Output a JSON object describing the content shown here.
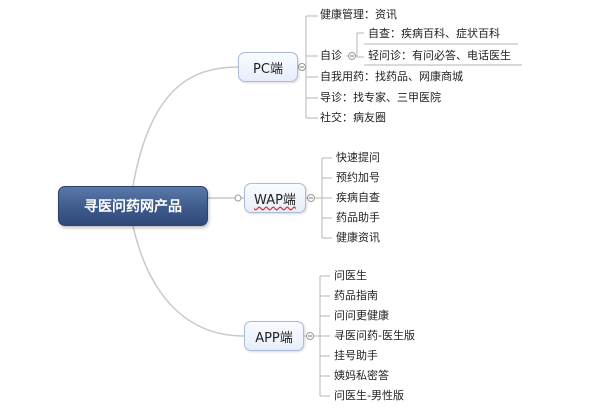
{
  "root": {
    "label": "寻医问药网产品"
  },
  "branches": {
    "pc": {
      "label": "PC端",
      "items": {
        "health": "健康管理：资讯",
        "self_diag": "自诊",
        "self_check": "自查：疾病百科、症状百科",
        "quick_ask": "轻问诊：有问必答、电话医生",
        "self_med": "自我用药：找药品、网康商城",
        "guide": "导诊：找专家、三甲医院",
        "social": "社交：病友圈"
      }
    },
    "wap": {
      "label": "WAP端",
      "items": [
        "快速提问",
        "预约加号",
        "疾病自查",
        "药品助手",
        "健康资讯"
      ]
    },
    "app": {
      "label": "APP端",
      "items": [
        "问医生",
        "药品指南",
        "问问更健康",
        "寻医问药-医生版",
        "挂号助手",
        "姨妈私密答",
        "问医生-男性版"
      ]
    }
  },
  "colors": {
    "root_fill": "#3d5a8a",
    "branch_fill": "#e7eef9",
    "connector": "#c8c8c8"
  }
}
